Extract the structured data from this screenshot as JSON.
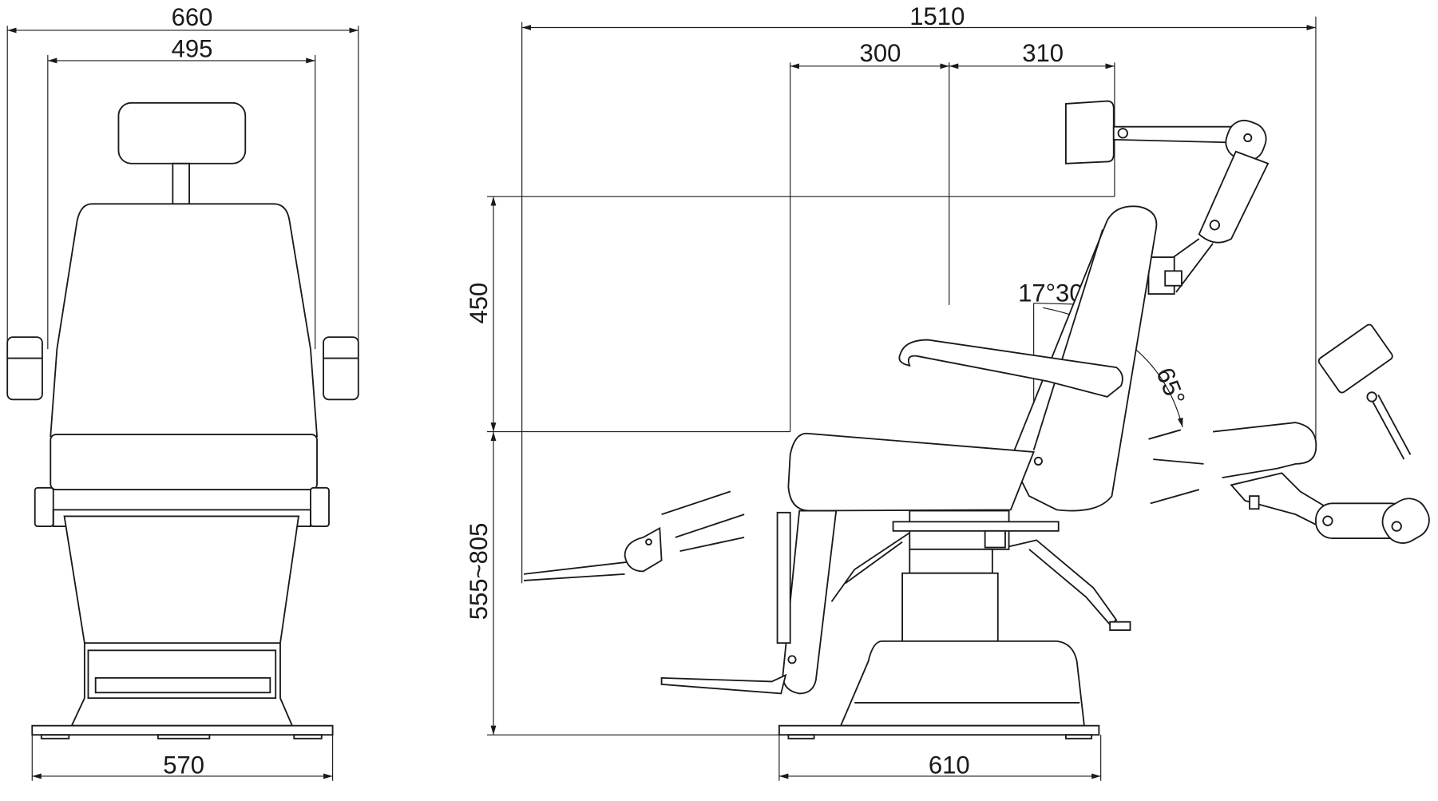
{
  "front_view": {
    "dimensions": {
      "overall_width": "660",
      "backrest_width": "495",
      "base_width": "570"
    }
  },
  "side_view": {
    "dimensions": {
      "overall_length": "1510",
      "headrest_offset_1": "300",
      "headrest_offset_2": "310",
      "headrest_height": "450",
      "seat_height_range": "555~805",
      "base_depth": "610"
    },
    "angles": {
      "backrest_tilt": "17°30'",
      "recline_angle": "65°"
    }
  }
}
